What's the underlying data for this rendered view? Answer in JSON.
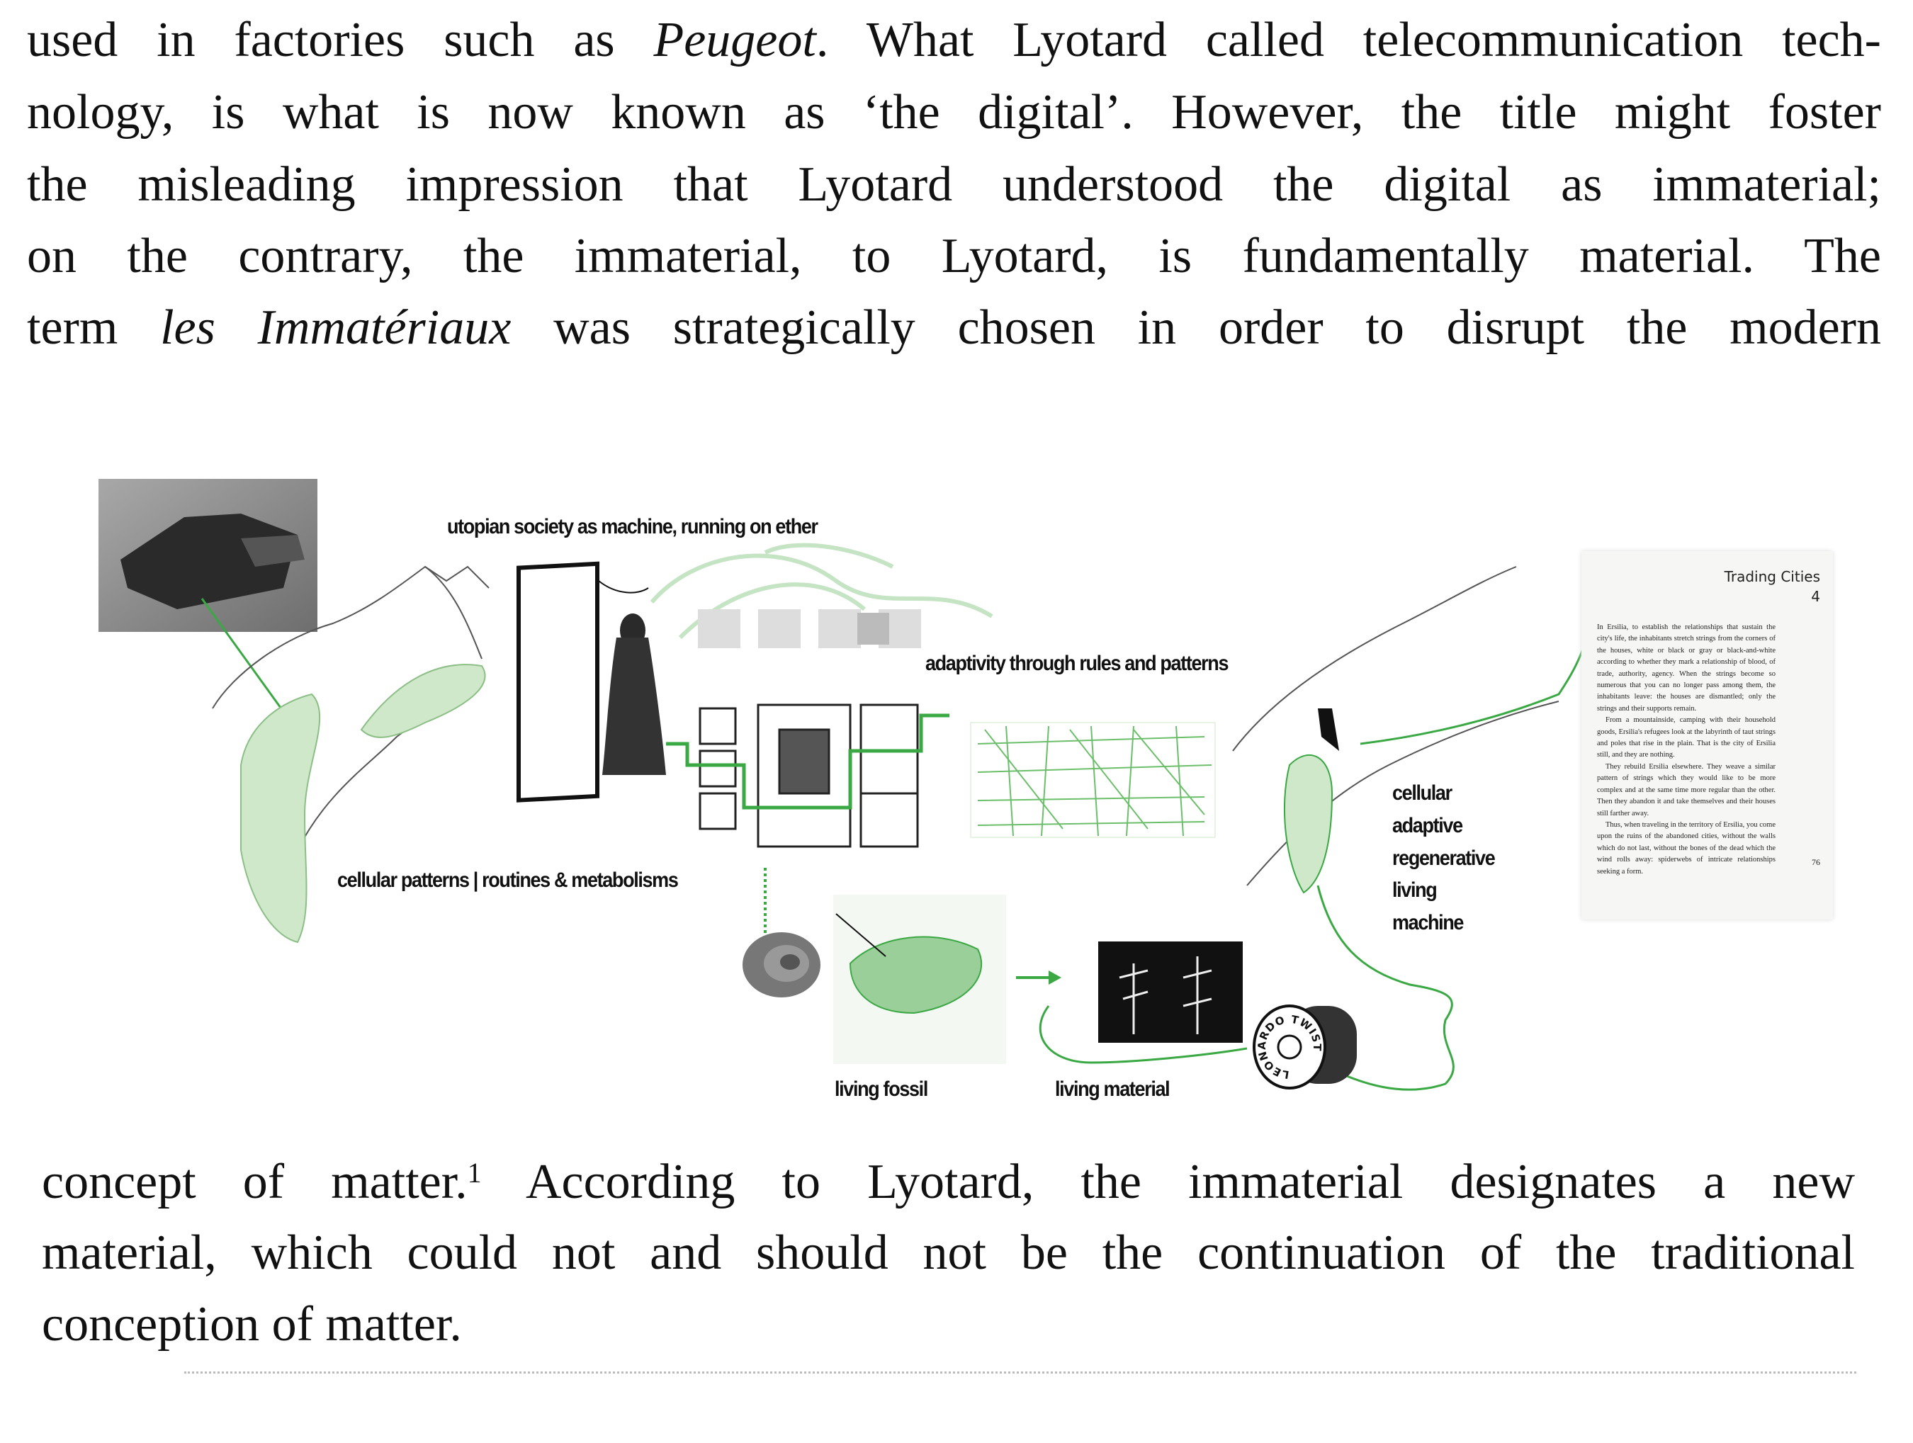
{
  "body_text_top": {
    "lines": [
      {
        "a": "used in factories such as ",
        "i": "Peugeot",
        "b": ". What Lyotard called telecommunication tech-"
      },
      {
        "a": "nology, is what is now known as ‘the digital’. However, the title might foster"
      },
      {
        "a": "the misleading impression that Lyotard understood the digital as immaterial;"
      },
      {
        "a": "on the contrary, the immaterial, to Lyotard, is fundamentally material. The"
      },
      {
        "a": "term ",
        "i": "les Immatériaux",
        "b": " was strategically chosen in order to disrupt the modern"
      }
    ]
  },
  "figure": {
    "labels": {
      "utopian": "utopian society as machine, running on ether",
      "adaptivity": "adaptivity through rules and patterns",
      "cellular_patterns": "cellular patterns | routines & metabolisms",
      "living_fossil": "living fossil",
      "living_material": "living material",
      "machine_lines": [
        "cellular",
        "adaptive",
        "regenerative",
        "living",
        "machine"
      ]
    },
    "book_page": {
      "title": "Trading Cities",
      "number": "4",
      "page_number": "76",
      "paragraphs": [
        "In Ersilia, to establish the relationships that sustain the city's life, the inhabitants stretch strings from the corners of the houses, white or black or gray or black-and-white according to whether they mark a relationship of blood, of trade, authority, agency. When the strings become so numerous that you can no longer pass among them, the inhabitants leave: the houses are dismantled; only the strings and their supports remain.",
        "From a mountainside, camping with their household goods, Ersilia's refugees look at the labyrinth of taut strings and poles that rise in the plain. That is the city of Ersilia still, and they are nothing.",
        "They rebuild Ersilia elsewhere. They weave a similar pattern of strings which they would like to be more complex and at the same time more regular than the other. Then they abandon it and take themselves and their houses still farther away.",
        "Thus, when traveling in the territory of Ersilia, you come upon the ruins of the abandoned cities, without the walls which do not last, without the bones of the dead which the wind rolls away: spiderwebs of intricate relationships seeking a form."
      ]
    },
    "spool_text": "LEONARDO TWIST",
    "accent_color": "#3aa843"
  },
  "body_text_bottom": {
    "lines": [
      {
        "a": "concept of matter.",
        "sup": "1",
        "b": " According to Lyotard, the immaterial designates a new"
      },
      {
        "a": "material, which could not and should not be the continuation of the traditional"
      },
      {
        "a": "conception of matter."
      }
    ]
  }
}
